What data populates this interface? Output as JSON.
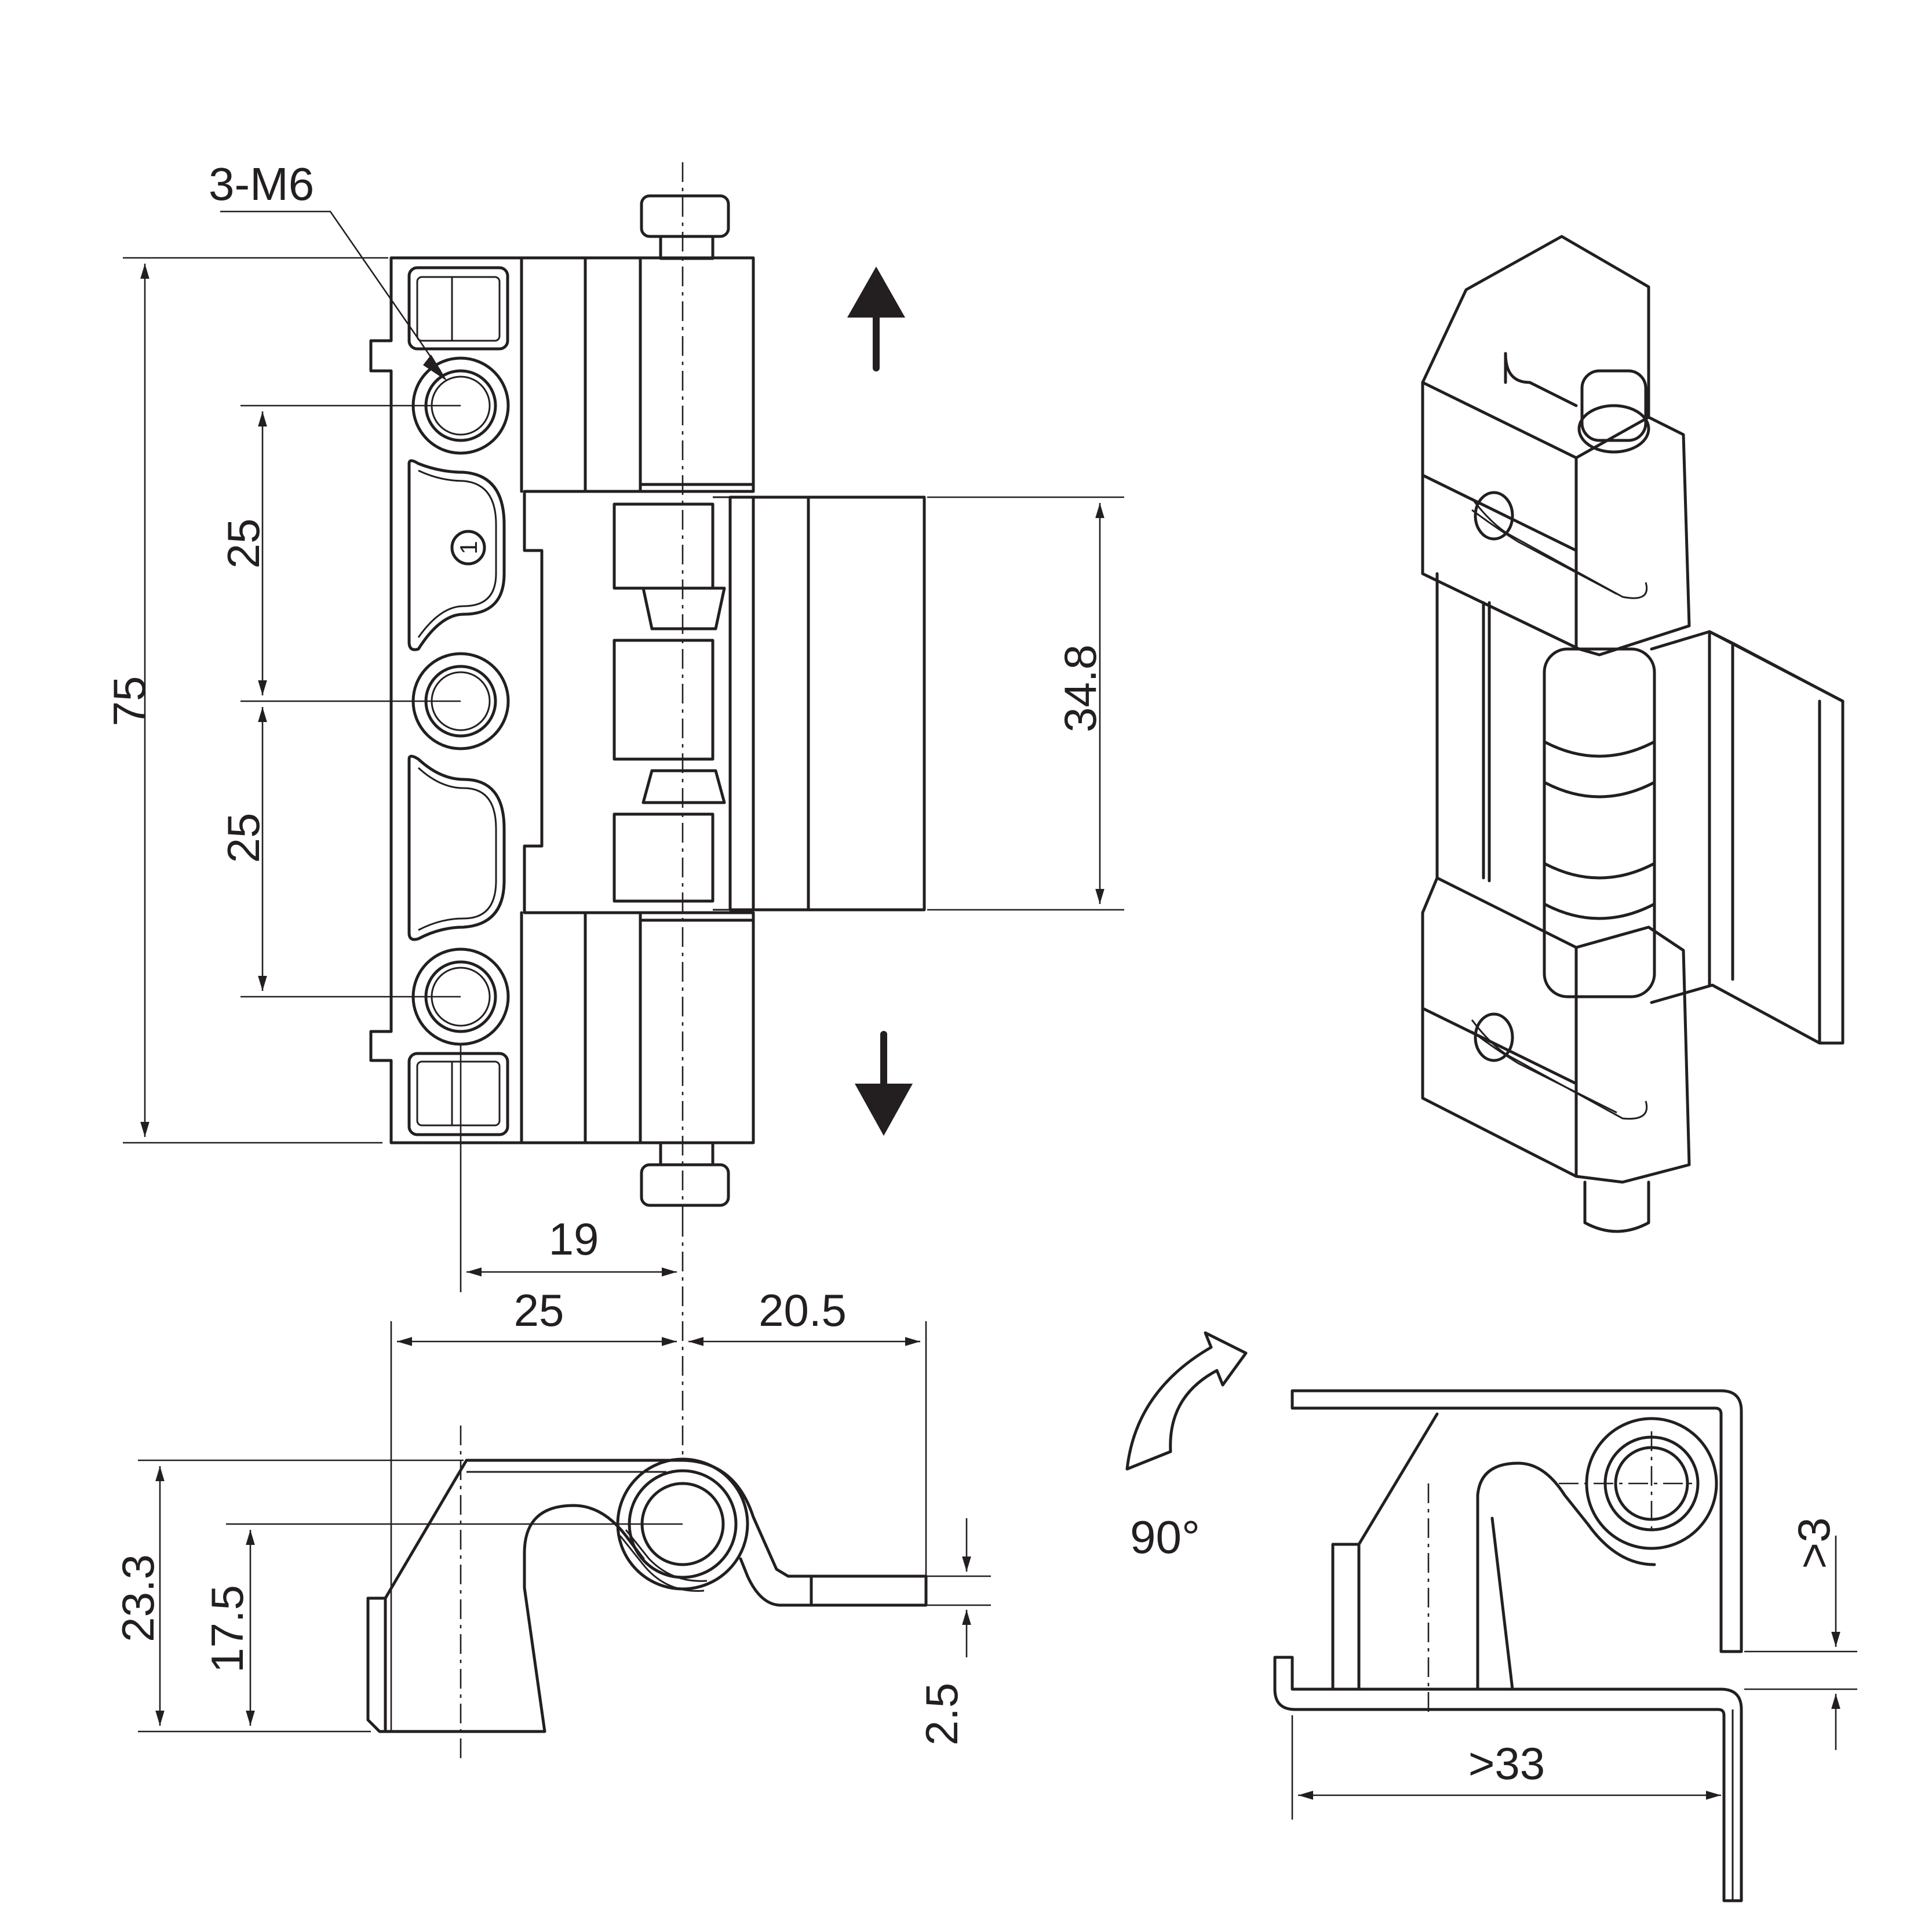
{
  "labels": {
    "thread": "3-M6",
    "rotation": "90°",
    "hole_marker": "1"
  },
  "dimensions": {
    "height_total": "75",
    "pitch_upper": "25",
    "pitch_lower": "25",
    "leaf_width": "34.8",
    "hole_to_axis": "19",
    "leaf_left": "25",
    "leaf_right": "20.5",
    "height_side": "23.3",
    "hole_height": "17.5",
    "thickness": "2.5",
    "gap_min": ">3",
    "opening_min": ">33"
  },
  "colors": {
    "line": "#231f20",
    "background": "#ffffff"
  }
}
